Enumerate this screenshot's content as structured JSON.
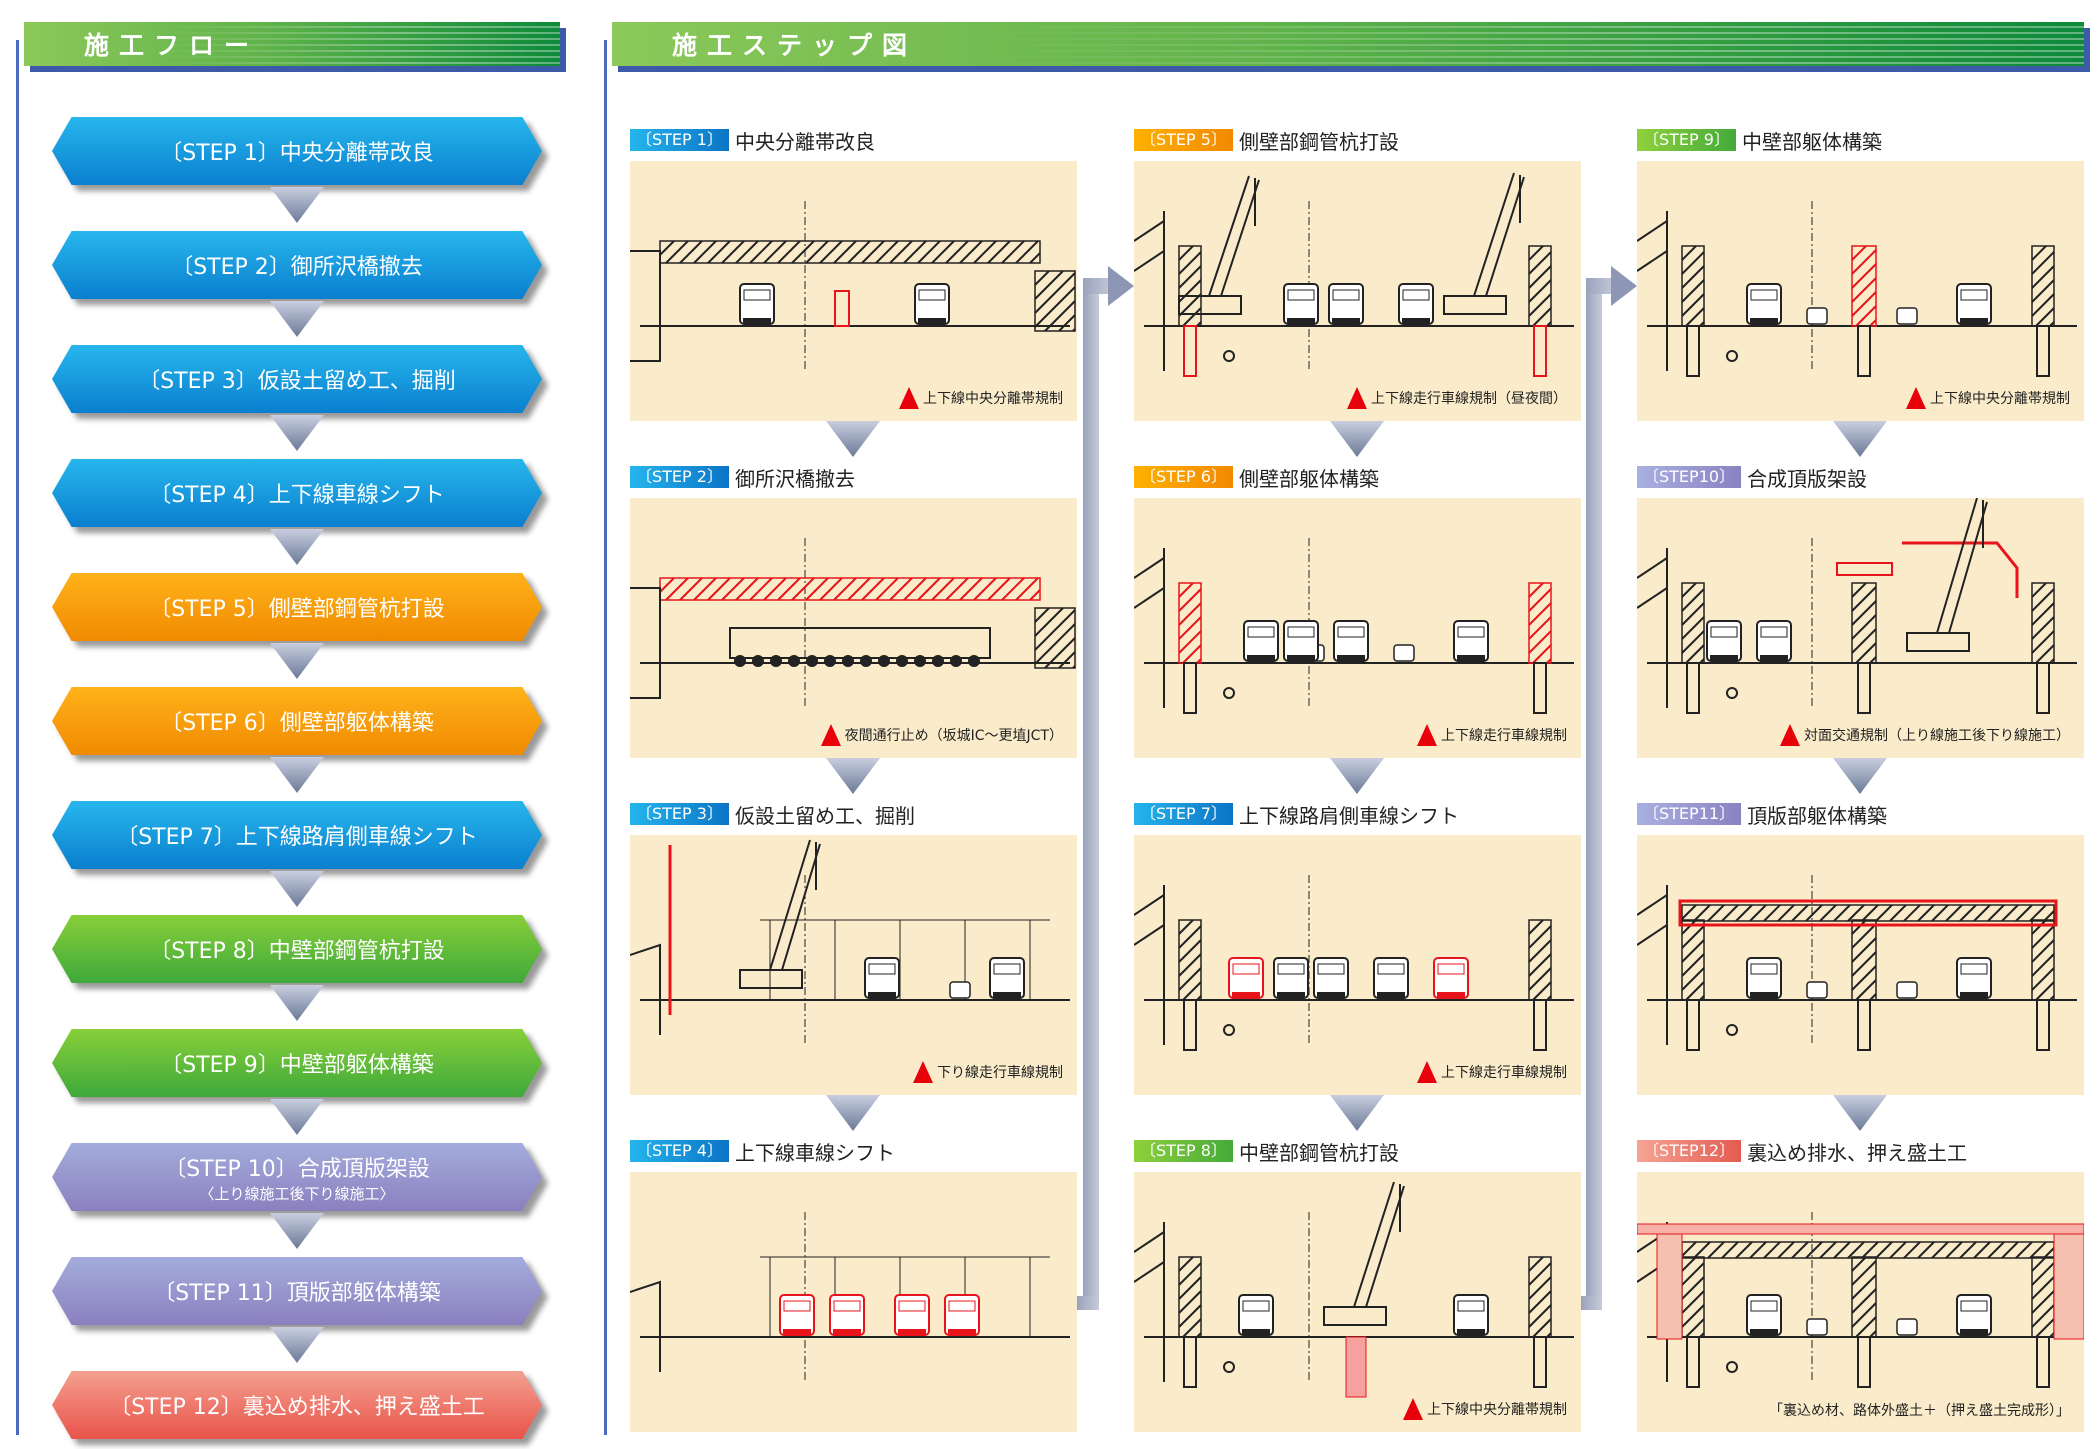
{
  "flow_panel": {
    "title": "施工フロー"
  },
  "steps_panel": {
    "title": "施工ステップ図"
  },
  "flow": [
    {
      "label": "〔STEP 1〕中央分離帯改良",
      "color": "blue"
    },
    {
      "label": "〔STEP 2〕御所沢橋撤去",
      "color": "blue"
    },
    {
      "label": "〔STEP 3〕仮設土留め工、掘削",
      "color": "blue"
    },
    {
      "label": "〔STEP 4〕上下線車線シフト",
      "color": "blue"
    },
    {
      "label": "〔STEP 5〕側壁部鋼管杭打設",
      "color": "orange"
    },
    {
      "label": "〔STEP 6〕側壁部躯体構築",
      "color": "orange"
    },
    {
      "label": "〔STEP 7〕上下線路肩側車線シフト",
      "color": "blue"
    },
    {
      "label": "〔STEP 8〕中壁部鋼管杭打設",
      "color": "green"
    },
    {
      "label": "〔STEP 9〕中壁部躯体構築",
      "color": "green"
    },
    {
      "label": "〔STEP 10〕合成頂版架設",
      "sub": "〈上り線施工後下り線施工〉",
      "color": "purple"
    },
    {
      "label": "〔STEP 11〕頂版部躯体構築",
      "color": "purple"
    },
    {
      "label": "〔STEP 12〕裏込め排水、押え盛土工",
      "color": "red"
    }
  ],
  "steps": [
    {
      "badge": "〔STEP 1〕",
      "title": "中央分離帯改良",
      "caption": "上下線中央分離帯規制",
      "color": "blue"
    },
    {
      "badge": "〔STEP 2〕",
      "title": "御所沢橋撤去",
      "caption": "夜間通行止め（坂城IC～更埴JCT）",
      "color": "blue"
    },
    {
      "badge": "〔STEP 3〕",
      "title": "仮設土留め工、掘削",
      "caption": "下り線走行車線規制",
      "color": "blue"
    },
    {
      "badge": "〔STEP 4〕",
      "title": "上下線車線シフト",
      "caption": "",
      "color": "blue"
    },
    {
      "badge": "〔STEP 5〕",
      "title": "側壁部鋼管杭打設",
      "caption": "上下線走行車線規制（昼夜間）",
      "color": "orange"
    },
    {
      "badge": "〔STEP 6〕",
      "title": "側壁部躯体構築",
      "caption": "上下線走行車線規制",
      "color": "orange"
    },
    {
      "badge": "〔STEP 7〕",
      "title": "上下線路肩側車線シフト",
      "caption": "上下線走行車線規制",
      "color": "blue"
    },
    {
      "badge": "〔STEP 8〕",
      "title": "中壁部鋼管杭打設",
      "caption": "上下線中央分離帯規制",
      "color": "green"
    },
    {
      "badge": "〔STEP 9〕",
      "title": "中壁部躯体構築",
      "caption": "上下線中央分離帯規制",
      "color": "green"
    },
    {
      "badge": "〔STEP10〕",
      "title": "合成頂版架設",
      "caption": "対面交通規制（上り線施工後下り線施工）",
      "color": "purple"
    },
    {
      "badge": "〔STEP11〕",
      "title": "頂版部躯体構築",
      "caption": "",
      "color": "purple"
    },
    {
      "badge": "〔STEP12〕",
      "title": "裏込め排水、押え盛土工",
      "caption": "「裏込め材、路体外盛土＋（押え盛土完成形）」",
      "color": "red",
      "caption_plain": true
    }
  ]
}
